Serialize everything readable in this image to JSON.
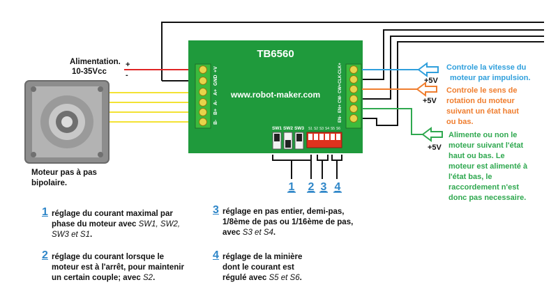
{
  "board": {
    "title": "TB6560",
    "website": "www.robot-maker.com",
    "left_terminals": [
      "+V",
      "GND",
      "A+",
      "A-",
      "B+",
      "B-"
    ],
    "right_terminals": [
      "CLK+",
      "CLK-",
      "CW+",
      "CW-",
      "EN+",
      "EN-"
    ],
    "switches": [
      "SW1",
      "SW2",
      "SW3"
    ],
    "dip_labels": [
      "S1",
      "S2",
      "S3",
      "S4",
      "S5",
      "S6"
    ]
  },
  "power": {
    "label_line1": "Alimentation.",
    "label_line2": "10-35Vcc",
    "plus": "+",
    "minus": "-"
  },
  "motor": {
    "label_line1": "Moteur pas à pas",
    "label_line2": "bipolaire."
  },
  "signals": [
    {
      "voltage": "+5V",
      "color": "#2f9fdc",
      "lines": [
        "Controle la vitesse du",
        "moteur par impulsion."
      ]
    },
    {
      "voltage": "+5V",
      "color": "#ef7d2e",
      "lines": [
        "Controle le sens de",
        "rotation du moteur",
        "suivant un état haut",
        "ou bas."
      ]
    },
    {
      "voltage": "+5V",
      "color": "#2fa84f",
      "lines": [
        "Alimente ou non le",
        "moteur suivant l'état",
        "haut ou bas. Le",
        "moteur est alimenté à",
        "l'état bas, le",
        "raccordement n'est",
        "donc pas necessaire."
      ]
    }
  ],
  "bracket_numbers": [
    "1",
    "2",
    "3",
    "4"
  ],
  "legend": [
    {
      "num": "1",
      "text": "réglage du courant maximal par phase du moteur avec ",
      "italic": "SW1, SW2, SW3 et S1",
      "tail": "."
    },
    {
      "num": "2",
      "text": "réglage du courant lorsque le moteur est à l'arrêt, pour maintenir un certain couple; avec ",
      "italic": "S2",
      "tail": "."
    },
    {
      "num": "3",
      "text": "réglage en pas entier, demi-pas, 1/8ème de pas ou 1/16ème de pas, avec ",
      "italic": "S3 et S4",
      "tail": "."
    },
    {
      "num": "4",
      "text": "réglage de la minière dont le courant est régulé avec ",
      "italic": "S5 et S6",
      "tail": "."
    }
  ],
  "colors": {
    "board_green": "#1f9a3c",
    "terminal_green": "#3cba3c",
    "screw_yellow": "#e8d44a",
    "wire_red": "#e02424",
    "wire_yellow": "#f3e233",
    "wire_black": "#111111",
    "dip_red": "#e0321e",
    "accent_blue": "#2e86c8"
  }
}
